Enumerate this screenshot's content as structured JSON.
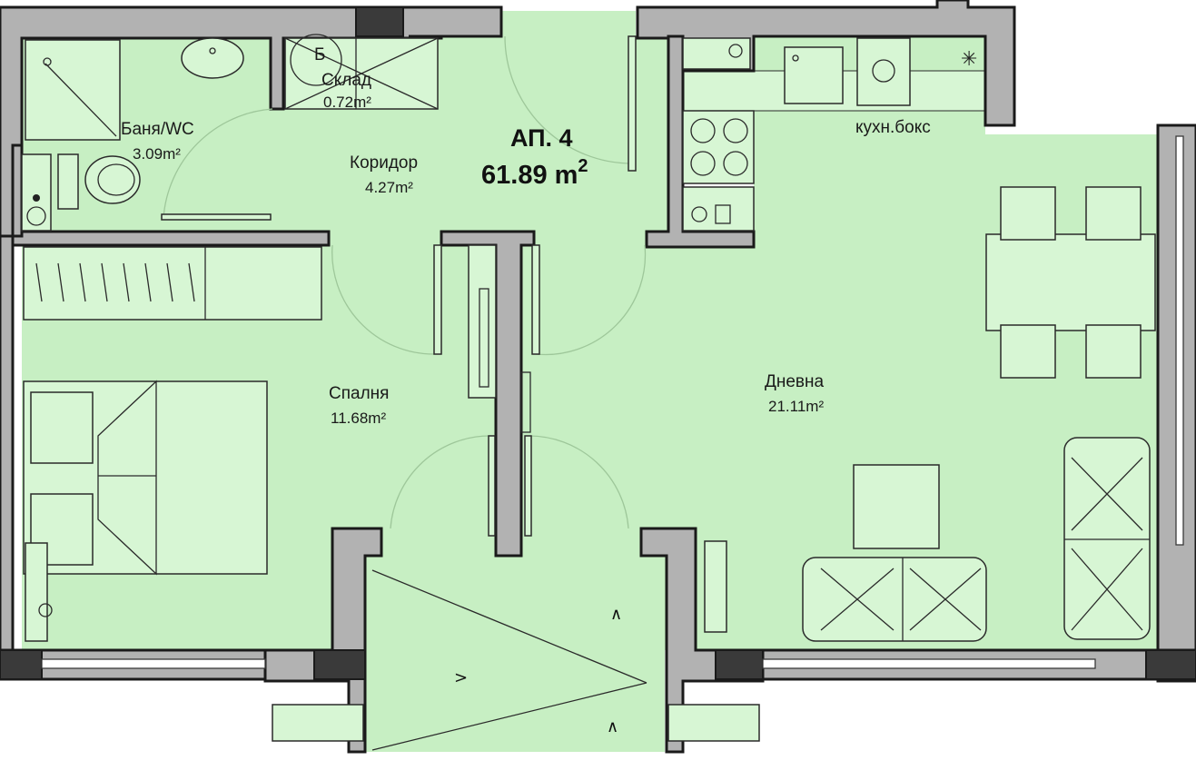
{
  "apartment": {
    "title": "АП. 4",
    "total_area": "61.89 m",
    "total_area_sup": "2"
  },
  "rooms": {
    "bathroom": {
      "name": "Баня/WC",
      "area": "3.09m²"
    },
    "storage": {
      "name": "Склад",
      "area": "0.72m²",
      "mark": "Б"
    },
    "corridor": {
      "name": "Коридор",
      "area": "4.27m²"
    },
    "kitchen": {
      "name": "кухн.бокс"
    },
    "bedroom": {
      "name": "Спалня",
      "area": "11.68m²"
    },
    "living": {
      "name": "Дневна",
      "area": "21.11m²"
    }
  },
  "colors": {
    "floor": "#c7efc3",
    "furniture": "#d7f6d4",
    "wall": "#b2b2b2",
    "wall_dark": "#3a3a3a",
    "line": "#1a1a1a"
  }
}
